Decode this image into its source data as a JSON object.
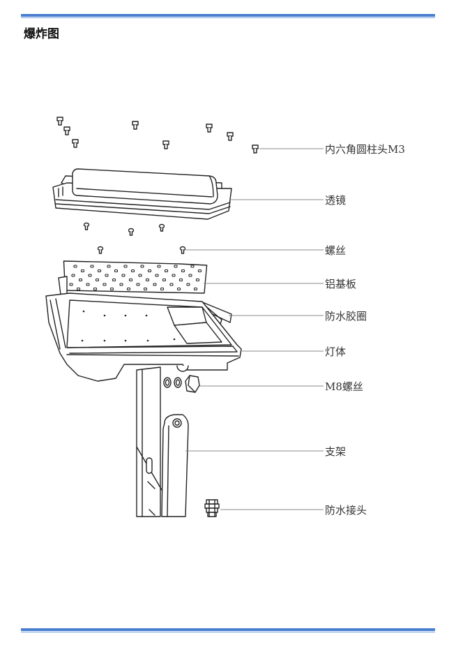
{
  "page": {
    "title": "爆炸图"
  },
  "colors": {
    "rule": "#4a7fd0",
    "line": "#222222",
    "leader": "#888888"
  },
  "parts": [
    {
      "id": "hex-screw",
      "label": "内六角圆柱头M3"
    },
    {
      "id": "lens",
      "label": "透镜"
    },
    {
      "id": "screw",
      "label": "螺丝"
    },
    {
      "id": "aluminum-board",
      "label": "铝基板"
    },
    {
      "id": "gasket",
      "label": "防水胶圈"
    },
    {
      "id": "lamp-body",
      "label": "灯体"
    },
    {
      "id": "m8-screw",
      "label": "M8螺丝"
    },
    {
      "id": "bracket",
      "label": "支架"
    },
    {
      "id": "waterproof-connector",
      "label": "防水接头"
    }
  ]
}
